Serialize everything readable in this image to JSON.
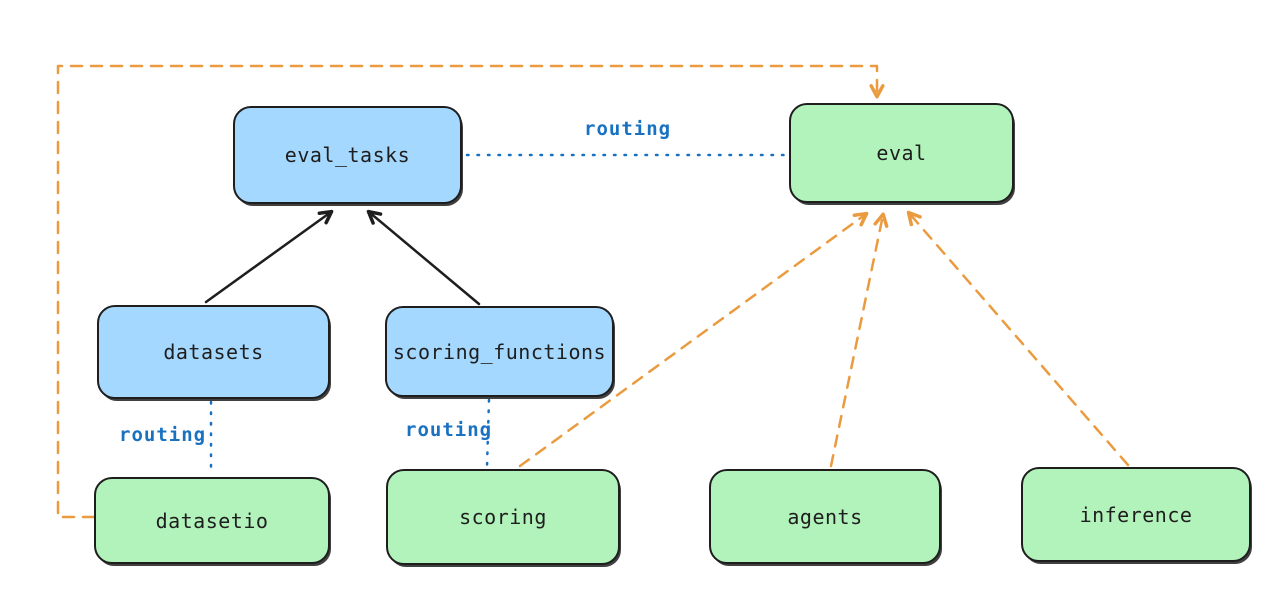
{
  "colors": {
    "blue_fill": "#a5d8ff",
    "green_fill": "#b2f2bb",
    "stroke": "#1e1e1e",
    "routing_blue": "#1971c2",
    "orange": "#eb9b3f",
    "background": "#ffffff"
  },
  "nodes": {
    "eval_tasks": {
      "label": "eval_tasks",
      "fill": "#a5d8ff"
    },
    "eval": {
      "label": "eval",
      "fill": "#b2f2bb"
    },
    "datasets": {
      "label": "datasets",
      "fill": "#a5d8ff"
    },
    "scoring_functions": {
      "label": "scoring_functions",
      "fill": "#a5d8ff"
    },
    "datasetio": {
      "label": "datasetio",
      "fill": "#b2f2bb"
    },
    "scoring": {
      "label": "scoring",
      "fill": "#b2f2bb"
    },
    "agents": {
      "label": "agents",
      "fill": "#b2f2bb"
    },
    "inference": {
      "label": "inference",
      "fill": "#b2f2bb"
    }
  },
  "edges": {
    "eval_tasks_eval": {
      "from": "eval_tasks",
      "to": "eval",
      "label": "routing",
      "style": "dotted-blue"
    },
    "datasets_datasetio": {
      "from": "datasets",
      "to": "datasetio",
      "label": "routing",
      "style": "dotted-blue"
    },
    "scoring_functions_scoring": {
      "from": "scoring_functions",
      "to": "scoring",
      "label": "routing",
      "style": "dotted-blue"
    },
    "datasets_eval_tasks": {
      "from": "datasets",
      "to": "eval_tasks",
      "style": "solid-black-arrow"
    },
    "scoring_functions_eval_tasks": {
      "from": "scoring_functions",
      "to": "eval_tasks",
      "style": "solid-black-arrow"
    },
    "datasetio_eval": {
      "from": "datasetio",
      "to": "eval",
      "style": "dashed-orange-arrow"
    },
    "scoring_eval": {
      "from": "scoring",
      "to": "eval",
      "style": "dashed-orange-arrow"
    },
    "agents_eval": {
      "from": "agents",
      "to": "eval",
      "style": "dashed-orange-arrow"
    },
    "inference_eval": {
      "from": "inference",
      "to": "eval",
      "style": "dashed-orange-arrow"
    }
  }
}
